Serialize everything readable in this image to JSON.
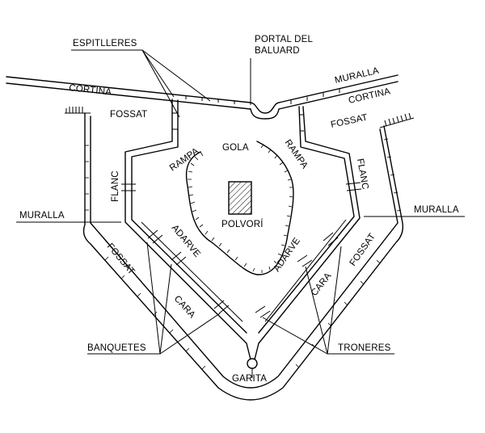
{
  "labels": {
    "espitlleres": "ESPITLLERES",
    "portal": [
      "PORTAL DEL",
      "BALUARD"
    ],
    "cortina_left": "CORTINA",
    "cortina_right": "CORTINA",
    "muralla_top_right": "MURALLA",
    "muralla_left": "MURALLA",
    "muralla_right": "MURALLA",
    "fossat_top_left": "FOSSAT",
    "fossat_top_right": "FOSSAT",
    "fossat_left": "FOSSAT",
    "fossat_right": "FOSSAT",
    "rampa_left": "RAMPA",
    "rampa_right": "RAMPA",
    "gola": "GOLA",
    "flanc_left": "FLANC",
    "flanc_right": "FLANC",
    "polvori": "POLVORÍ",
    "adarve_left": "ADARVE",
    "adarve_right": "ADARVE",
    "cara_left": "CARA",
    "cara_right": "CARA",
    "banquetes": "BANQUETES",
    "troneres": "TRONERES",
    "garita": "GARITA"
  }
}
